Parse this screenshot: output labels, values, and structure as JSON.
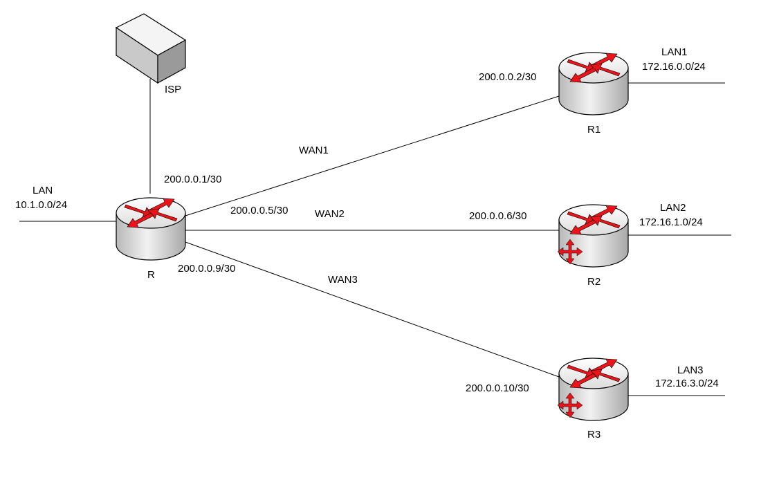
{
  "colors": {
    "background": "#ffffff",
    "router_arrow": "#e8141a",
    "router_body": "#d4d4d4",
    "line": "#000000"
  },
  "devices": {
    "isp": {
      "label": "ISP",
      "icon": "server-box-icon"
    },
    "r": {
      "label": "R",
      "icon": "router-icon"
    },
    "r1": {
      "label": "R1",
      "icon": "router-icon"
    },
    "r2": {
      "label": "R2",
      "icon": "router-switch-icon"
    },
    "r3": {
      "label": "R3",
      "icon": "router-switch-icon"
    }
  },
  "lans": {
    "lan": {
      "name": "LAN",
      "subnet": "10.1.0.0/24"
    },
    "lan1": {
      "name": "LAN1",
      "subnet": "172.16.0.0/24"
    },
    "lan2": {
      "name": "LAN2",
      "subnet": "172.16.1.0/24"
    },
    "lan3": {
      "name": "LAN3",
      "subnet": "172.16.3.0/24"
    }
  },
  "wans": {
    "wan1": {
      "name": "WAN1",
      "r_ip": "200.0.0.1/30",
      "remote_ip": "200.0.0.2/30"
    },
    "wan2": {
      "name": "WAN2",
      "r_ip": "200.0.0.5/30",
      "remote_ip": "200.0.0.6/30"
    },
    "wan3": {
      "name": "WAN3",
      "r_ip": "200.0.0.9/30",
      "remote_ip": "200.0.0.10/30"
    }
  }
}
